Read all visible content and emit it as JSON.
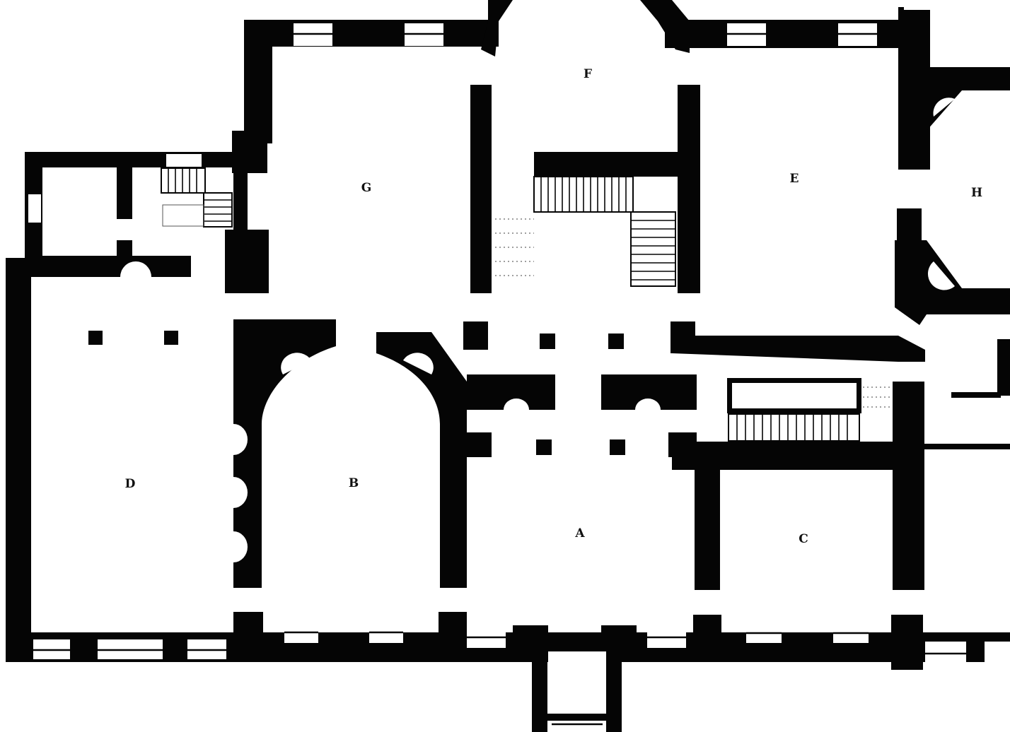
{
  "plan": {
    "colors": {
      "wall": "#050505",
      "paper": "#ffffff"
    },
    "rooms": [
      {
        "id": "A",
        "label": "A"
      },
      {
        "id": "B",
        "label": "B"
      },
      {
        "id": "C",
        "label": "C"
      },
      {
        "id": "D",
        "label": "D"
      },
      {
        "id": "E",
        "label": "E"
      },
      {
        "id": "F",
        "label": "F"
      },
      {
        "id": "G",
        "label": "G"
      },
      {
        "id": "H",
        "label": "H"
      }
    ]
  }
}
